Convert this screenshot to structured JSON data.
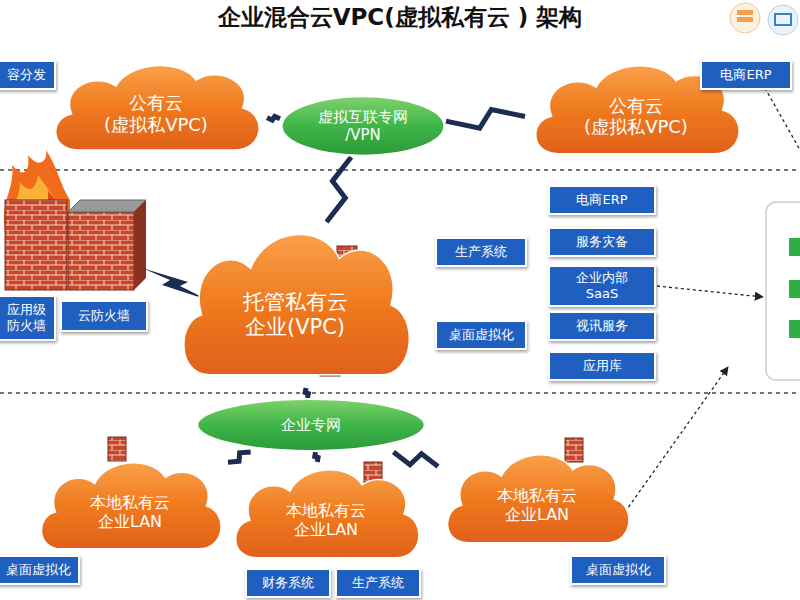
{
  "diagram": {
    "title": "企业混合云VPC(虚拟私有云 ) 架构",
    "nodes": [
      {
        "text": [
          "容分发"
        ]
      },
      {
        "text": [
          "公有云 (虚拟私VPC)"
        ]
      },
      {
        "text": [
          "虚拟互联专网 /VPN"
        ]
      },
      {
        "text": [
          "公有云 (虚拟私VPC)"
        ]
      },
      {
        "text": [
          "电商ERP"
        ]
      },
      {
        "text": [
          "电商ERP"
        ]
      },
      {
        "text": [
          "服务灾备"
        ]
      },
      {
        "text": [
          "生产系统"
        ]
      },
      {
        "text": [
          "企业内部 SaaS"
        ]
      },
      {
        "text": [
          "托管私有云 企业(VPC)"
        ]
      },
      {
        "text": [
          "应用级 防火墙"
        ]
      },
      {
        "text": [
          "云防火墙"
        ]
      },
      {
        "text": [
          "桌面虚拟化"
        ]
      },
      {
        "text": [
          "视讯服务"
        ]
      },
      {
        "text": [
          "应用库"
        ]
      },
      {
        "text": [
          "企业专网"
        ]
      },
      {
        "text": [
          "本地私有云 企业LAN"
        ]
      },
      {
        "text": [
          "本地私有云 企业LAN"
        ]
      },
      {
        "text": [
          "本地私有云 企业LAN"
        ]
      },
      {
        "text": [
          "桌面虚拟化"
        ]
      },
      {
        "text": [
          "桌面虚拟化"
        ]
      },
      {
        "text": [
          "财务系统"
        ]
      },
      {
        "text": [
          "生产系统"
        ]
      }
    ],
    "edges": [
      {
        "from": 1,
        "to": 2,
        "arrow": "none"
      },
      {
        "from": 3,
        "to": 2,
        "arrow": "none"
      },
      {
        "from": 2,
        "to": 9,
        "arrow": "none"
      },
      {
        "from": 9,
        "to": 15,
        "arrow": "none"
      },
      {
        "from": 15,
        "to": 16,
        "arrow": "none"
      },
      {
        "from": 15,
        "to": 17,
        "arrow": "none"
      },
      {
        "from": 15,
        "to": 18,
        "arrow": "none"
      }
    ]
  }
}
